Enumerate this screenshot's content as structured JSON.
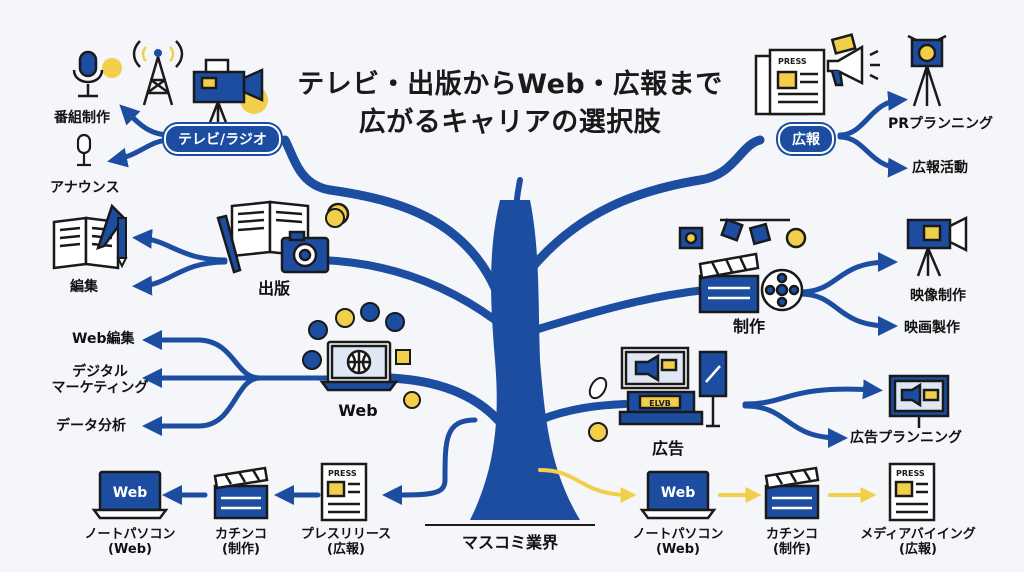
{
  "title": {
    "line1": "テレビ・出版からWeb・広報まで",
    "line2": "広がるキャリアの選択肢"
  },
  "root": {
    "label": "マスコミ業界"
  },
  "branches": {
    "tv_radio": {
      "label": "テレビ/ラジオ",
      "items": [
        "番組制作",
        "アナウンス"
      ]
    },
    "publishing": {
      "label": "出版",
      "items": [
        "編集"
      ]
    },
    "web": {
      "label": "Web",
      "items": [
        "Web編集",
        "デジタル\nマーケティング",
        "データ分析"
      ]
    },
    "pr": {
      "label": "広報",
      "items": [
        "PRプランニング",
        "広報活動"
      ]
    },
    "production": {
      "label": "制作",
      "items": [
        "映像制作",
        "映画製作"
      ]
    },
    "advertising": {
      "label": "広告",
      "items": [
        "広告プランニング"
      ],
      "booth_text": "ELVB"
    }
  },
  "left_flow": [
    {
      "label": "ノートパソコン\n(Web)",
      "screen_text": "Web"
    },
    {
      "label": "カチンコ\n(制作)"
    },
    {
      "label": "プレスリリース\n(広報)",
      "doc_text": "PRESS"
    }
  ],
  "right_flow": [
    {
      "label": "ノートパソコン\n(Web)",
      "screen_text": "Web"
    },
    {
      "label": "カチンコ\n(制作)"
    },
    {
      "label": "メディアバイイング\n(広報)",
      "doc_text": "PRESS"
    }
  ],
  "press_doc_text": "PRESS",
  "colors": {
    "navy": "#1c4da1",
    "yellow": "#f2cf4a",
    "background": "#f4f6f9",
    "ink": "#1a1a1a"
  }
}
